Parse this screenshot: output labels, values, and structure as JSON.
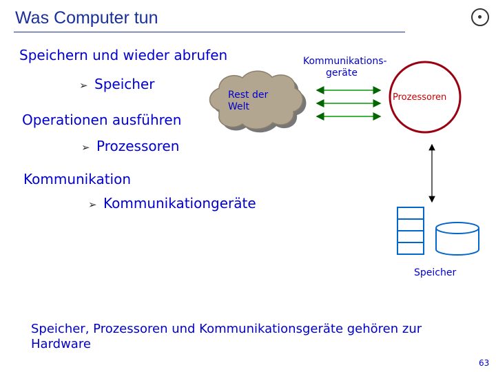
{
  "title": "Was Computer tun",
  "sections": {
    "store": {
      "heading": "Speichern und wieder abrufen",
      "bullet": "Speicher"
    },
    "compute": {
      "heading": "Operationen ausführen",
      "bullet": "Prozessoren"
    },
    "communicate": {
      "heading": "Kommunikation",
      "bullet": "Kommunikationgeräte"
    }
  },
  "diagram": {
    "cloud_label": "Rest der Welt",
    "comm_label": "Kommunikations-geräte",
    "processor_label": "Prozessoren",
    "memory_label": "Speicher",
    "processor_color": "#990011",
    "arrow_color": "#009900"
  },
  "bullet_icon": "arrowhead-bullet-icon",
  "footer": "Speicher, Prozessoren und Kommunikationsgeräte gehören zur Hardware",
  "page_number": "63"
}
